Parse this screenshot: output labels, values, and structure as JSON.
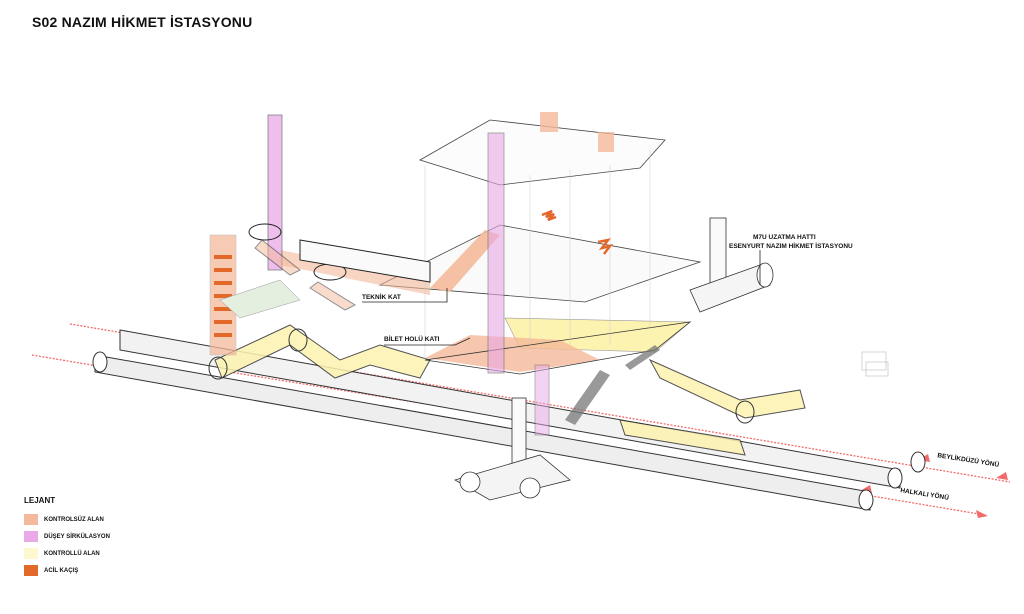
{
  "title": "S02 NAZIM HİKMET İSTASYONU",
  "labels": {
    "technical_floor": "TEKNİK KAT",
    "ticket_hall_floor": "BİLET HOLÜ KATI",
    "m7u_line": "M7U UZATMA HATTI",
    "m7u_station": "ESENYURT NAZIM HİKMET İSTASYONU",
    "beylikduzu_direction": "BEYLİKDÜZÜ YÖNÜ",
    "halkali_direction": "HALKALI YÖNÜ"
  },
  "legend": {
    "title": "LEJANT",
    "items": [
      {
        "label": "KONTROLSÜZ ALAN",
        "color": "#f4b99a"
      },
      {
        "label": "DÜŞEY SİRKÜLASYON",
        "color": "#e9a9e6"
      },
      {
        "label": "KONTROLLÜ ALAN",
        "color": "#fdf8cf"
      },
      {
        "label": "ACİL KAÇIŞ",
        "color": "#e2692a"
      }
    ]
  },
  "colors": {
    "line": "#222222",
    "faint": "#bbbbbb",
    "rail": "#f26b6b",
    "uncontrolled": "#f4b99a",
    "vertical": "#e9a9e6",
    "controlled": "#fdf3b0",
    "escape": "#e2692a"
  }
}
